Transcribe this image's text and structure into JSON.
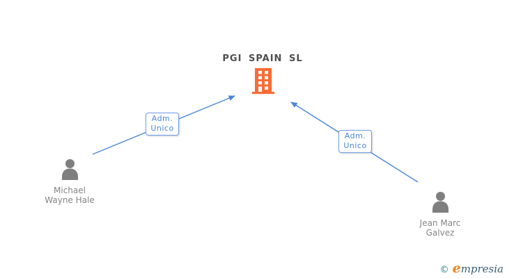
{
  "company": {
    "name": "PGI SPAIN SL"
  },
  "people": [
    {
      "name": "Michael Wayne Hale"
    },
    {
      "name": "Jean Marc Galvez"
    }
  ],
  "edges": [
    {
      "from": "Michael Wayne Hale",
      "to": "PGI SPAIN SL",
      "label": "Adm. Unico"
    },
    {
      "from": "Jean Marc Galvez",
      "to": "PGI SPAIN SL",
      "label": "Adm. Unico"
    }
  ],
  "colors": {
    "edge_blue": "#4a86d8",
    "label_border_blue": "#6f9ee4",
    "building_orange": "#fb6b35",
    "person_gray": "#7f7f7f",
    "name_gray": "#848484",
    "title_gray": "#4f4f4f",
    "logo_teal": "#2a7d8c",
    "logo_orange": "#f0821e",
    "logo_dark": "#3a5f78"
  },
  "footer": {
    "copyright_symbol": "©",
    "logo_first_letter": "e",
    "logo_rest": "mpresia"
  }
}
